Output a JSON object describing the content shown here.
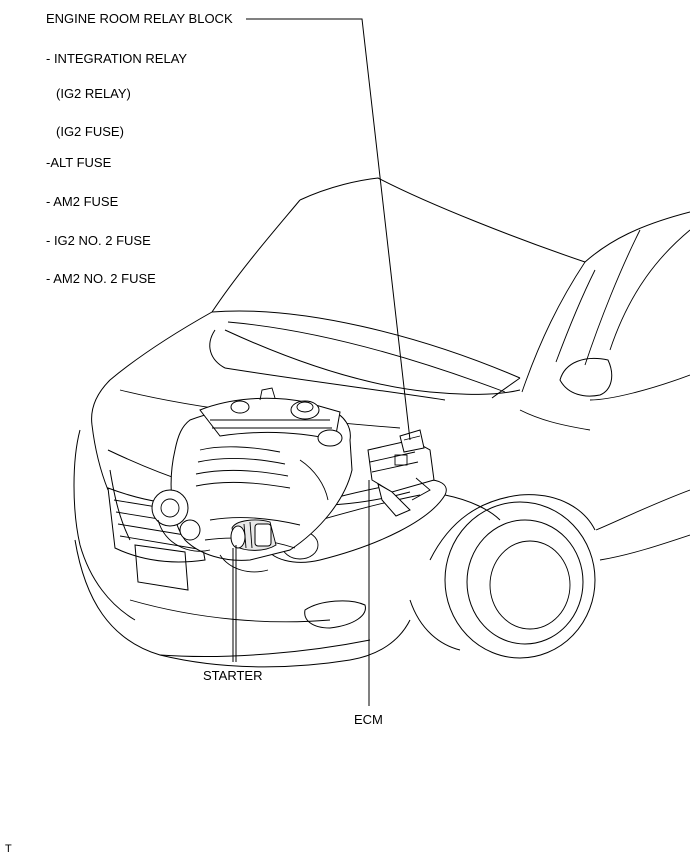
{
  "labels": {
    "engine_room_relay_block": "ENGINE ROOM RELAY BLOCK",
    "integration_relay": "- INTEGRATION RELAY",
    "ig2_relay": "(IG2 RELAY)",
    "ig2_fuse": "(IG2 FUSE)",
    "alt_fuse": "-ALT FUSE",
    "am2_fuse": "- AM2 FUSE",
    "ig2_no2_fuse": "- IG2 NO. 2 FUSE",
    "am2_no2_fuse": "- AM2 NO. 2 FUSE",
    "starter": "STARTER",
    "ecm": "ECM",
    "corner_mark": "T"
  }
}
